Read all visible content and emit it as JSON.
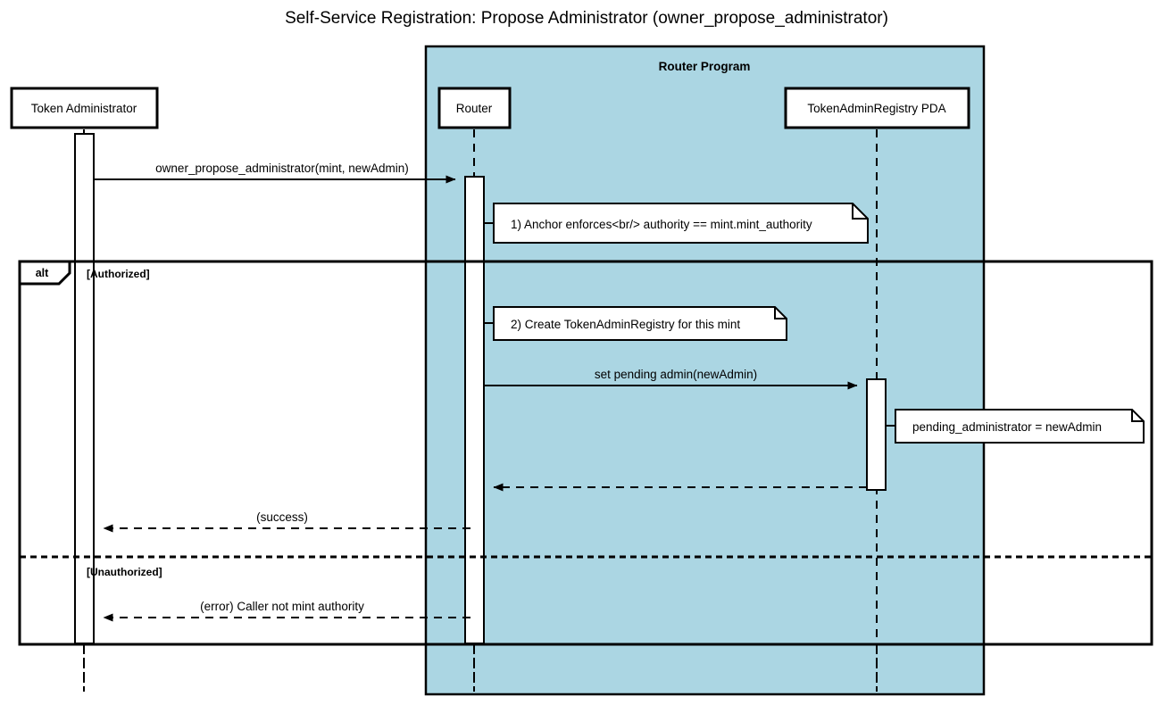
{
  "title": "Self-Service Registration: Propose Administrator (owner_propose_administrator)",
  "colors": {
    "group_background": "#abd6e3",
    "stroke": "#000000",
    "participant_fill": "#ffffff",
    "note_fill": "#ffffff",
    "activation_fill": "#ffffff",
    "page_background": "#ffffff"
  },
  "group": {
    "label": "Router Program"
  },
  "participants": [
    {
      "id": "token-administrator",
      "label": "Token Administrator"
    },
    {
      "id": "router",
      "label": "Router"
    },
    {
      "id": "token-admin-registry-pda",
      "label": "TokenAdminRegistry PDA"
    }
  ],
  "messages": [
    {
      "id": "owner-propose-administrator",
      "label": "owner_propose_administrator(mint, newAdmin)",
      "from": "token-administrator",
      "to": "router",
      "style": "solid",
      "arrow": "filled"
    },
    {
      "id": "set-pending-admin",
      "label": "set pending admin(newAdmin)",
      "from": "router",
      "to": "token-admin-registry-pda",
      "style": "solid",
      "arrow": "filled"
    },
    {
      "id": "pda-return",
      "label": "",
      "from": "token-admin-registry-pda",
      "to": "router",
      "style": "dashed",
      "arrow": "open"
    },
    {
      "id": "success-return",
      "label": "(success)",
      "from": "router",
      "to": "token-administrator",
      "style": "dashed",
      "arrow": "open"
    },
    {
      "id": "error-return",
      "label": "(error) Caller not mint authority",
      "from": "router",
      "to": "token-administrator",
      "style": "dashed",
      "arrow": "open"
    }
  ],
  "notes": [
    {
      "id": "note-anchor-enforces",
      "text": "1) Anchor enforces<br/> authority == mint.mint_authority"
    },
    {
      "id": "note-create-registry",
      "text": "2) Create TokenAdminRegistry for this mint"
    },
    {
      "id": "note-pending-administrator",
      "text": "pending_administrator = newAdmin"
    }
  ],
  "fragment": {
    "kind": "alt",
    "branches": [
      {
        "guard": "[Authorized]"
      },
      {
        "guard": "[Unauthorized]"
      }
    ]
  }
}
